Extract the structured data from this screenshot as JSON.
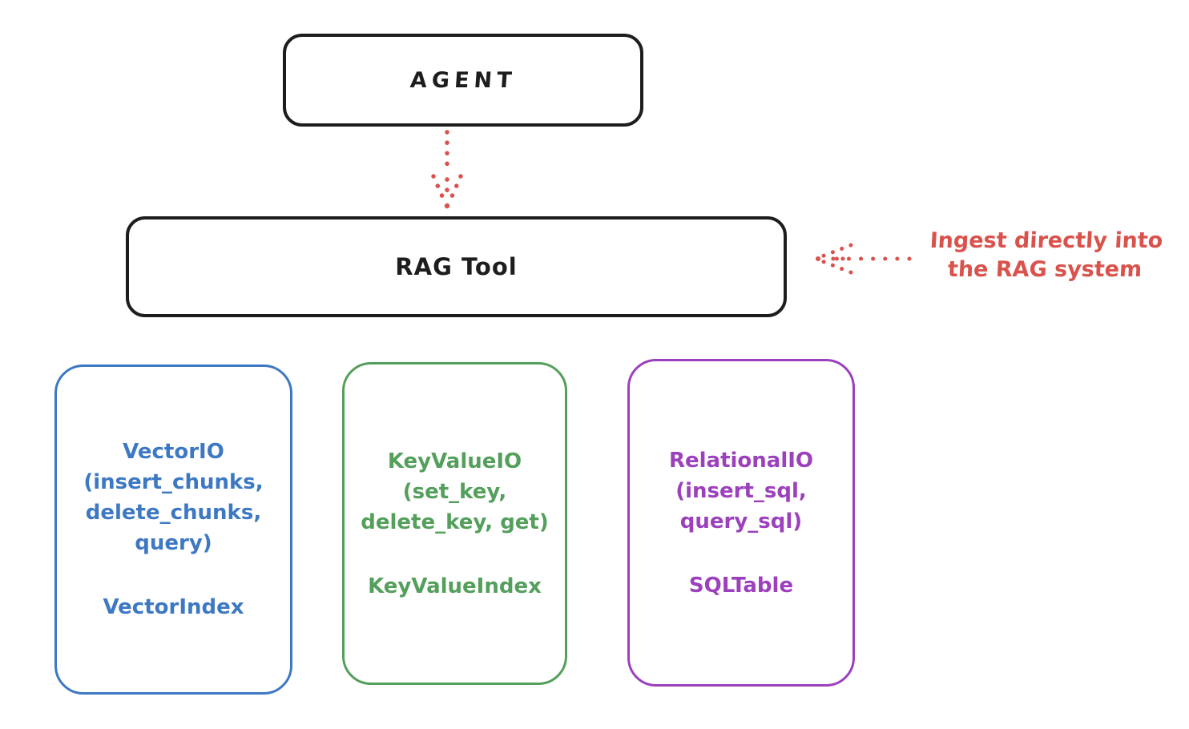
{
  "agent": {
    "label": "AGENT"
  },
  "rag_tool": {
    "label": "RAG Tool"
  },
  "annotation": {
    "line1": "Ingest directly into",
    "line2": "the RAG system",
    "color": "#d9534c"
  },
  "arrows": {
    "agent_to_rag": "dotted red arrow pointing down from AGENT to RAG Tool",
    "annotation_to_rag": "dotted red arrow pointing left from annotation to RAG Tool"
  },
  "storage_boxes": [
    {
      "name": "VectorIO",
      "color": "#3d78c3",
      "lines": [
        "VectorIO",
        "(insert_chunks,",
        "delete_chunks,",
        "query)"
      ],
      "index_label": "VectorIndex"
    },
    {
      "name": "KeyValueIO",
      "color": "#539f5b",
      "lines": [
        "KeyValueIO",
        "(set_key,",
        "delete_key, get)"
      ],
      "index_label": "KeyValueIndex"
    },
    {
      "name": "RelationalIO",
      "color": "#9c40bd",
      "lines": [
        "RelationalIO",
        "(insert_sql,",
        "query_sql)"
      ],
      "index_label": "SQLTable"
    }
  ],
  "colors": {
    "outline": "#1d1d1d",
    "background": "#ffffff",
    "accent_red": "#d9534c",
    "accent_blue": "#3d78c3",
    "accent_green": "#539f5b",
    "accent_purple": "#9c40bd"
  }
}
